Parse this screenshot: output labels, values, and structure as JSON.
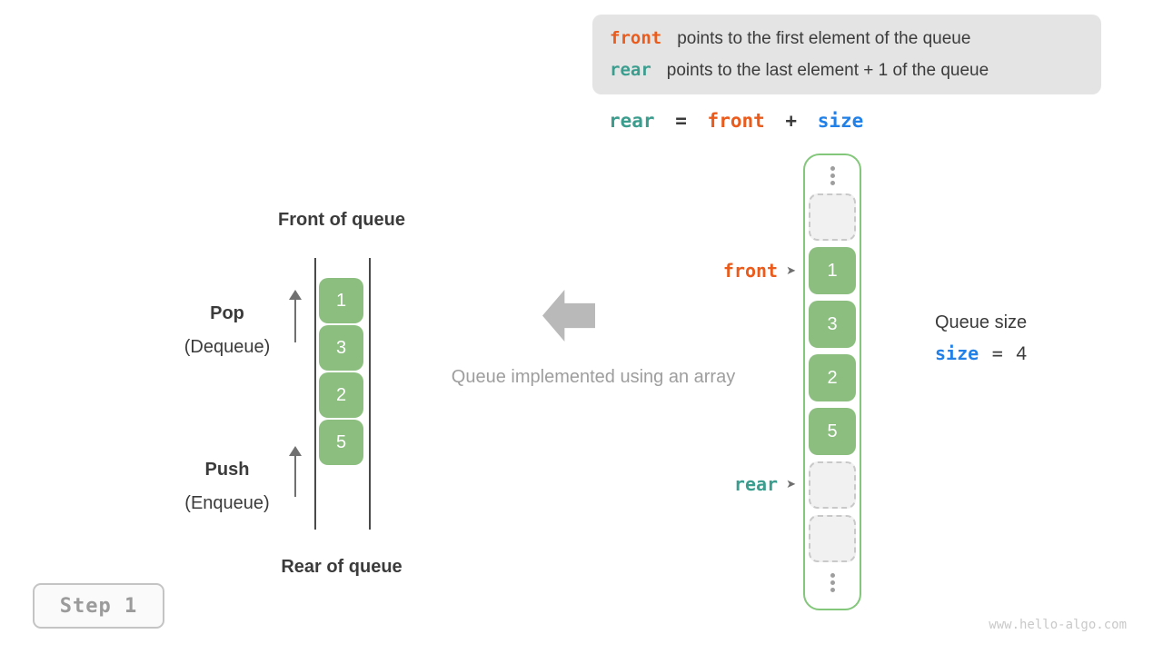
{
  "colors": {
    "orange": "#ea5b1c",
    "teal": "#3a9d8e",
    "blue": "#2181e8",
    "green-cell": "#8cbe80",
    "green-border": "#82c77a",
    "dark": "#3b3b3b",
    "gray-mid": "#9e9e9e",
    "arrow-gray": "#b9b9b9",
    "box-gray": "#e4e4e4",
    "dashed-fill": "#f1f1f1",
    "dashed-border": "#c9c9c9",
    "line-dark": "#4a4a4a",
    "step-text": "#9b9b9b",
    "watermark": "#c9c9c9"
  },
  "legend": {
    "lines": [
      {
        "keyword": "front",
        "text": "points to the first element of the queue"
      },
      {
        "keyword": "rear",
        "text": "points to the last element + 1 of the queue"
      }
    ]
  },
  "formula": {
    "lhs": "rear",
    "eq": "=",
    "rhs1": "front",
    "plus": "+",
    "rhs2": "size"
  },
  "left_queue": {
    "front_label": "Front of queue",
    "rear_label": "Rear of queue",
    "pop_label": "Pop",
    "pop_sub": "(Dequeue)",
    "push_label": "Push",
    "push_sub": "(Enqueue)",
    "values": [
      "1",
      "3",
      "2",
      "5"
    ]
  },
  "caption": "Queue implemented using an array",
  "right_array": {
    "cells": [
      {
        "type": "empty",
        "value": ""
      },
      {
        "type": "filled",
        "value": "1"
      },
      {
        "type": "filled",
        "value": "3"
      },
      {
        "type": "filled",
        "value": "2"
      },
      {
        "type": "filled",
        "value": "5"
      },
      {
        "type": "empty",
        "value": ""
      },
      {
        "type": "empty",
        "value": ""
      }
    ],
    "front_pointer": "front",
    "rear_pointer": "rear",
    "pointer_arrow_glyph": "➤"
  },
  "queue_size": {
    "label": "Queue size",
    "var": "size",
    "equals": "=",
    "value": "4"
  },
  "step": {
    "label": "Step 1"
  },
  "watermark": "www.hello-algo.com"
}
